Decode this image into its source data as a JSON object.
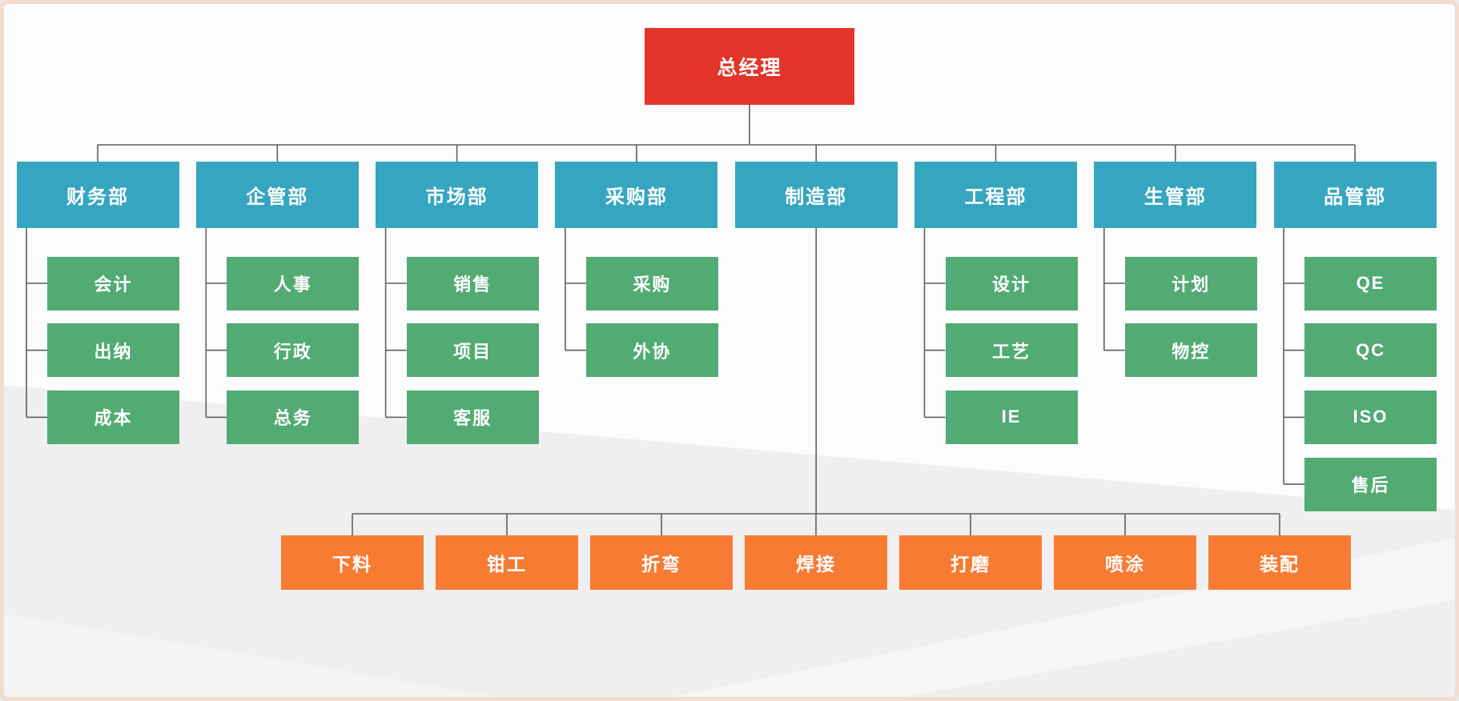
{
  "org": {
    "root": {
      "label": "总经理"
    },
    "departments": [
      {
        "label": "财务部",
        "children": [
          "会计",
          "出纳",
          "成本"
        ]
      },
      {
        "label": "企管部",
        "children": [
          "人事",
          "行政",
          "总务"
        ]
      },
      {
        "label": "市场部",
        "children": [
          "销售",
          "项目",
          "客服"
        ]
      },
      {
        "label": "采购部",
        "children": [
          "采购",
          "外协"
        ]
      },
      {
        "label": "制造部",
        "children": []
      },
      {
        "label": "工程部",
        "children": [
          "设计",
          "工艺",
          "IE"
        ]
      },
      {
        "label": "生管部",
        "children": [
          "计划",
          "物控"
        ]
      },
      {
        "label": "品管部",
        "children": [
          "QE",
          "QC",
          "ISO",
          "售后"
        ]
      }
    ],
    "manufacturing_parent": "制造部",
    "manufacturing_processes": [
      "下料",
      "钳工",
      "折弯",
      "焊接",
      "打磨",
      "喷涂",
      "装配"
    ]
  },
  "colors": {
    "root_box": "#e23428",
    "department_box": "#36a6c0",
    "section_box": "#52ab73",
    "process_box": "#f87b33",
    "connector_line": "#5f5f5f",
    "text": "#ffffff"
  }
}
